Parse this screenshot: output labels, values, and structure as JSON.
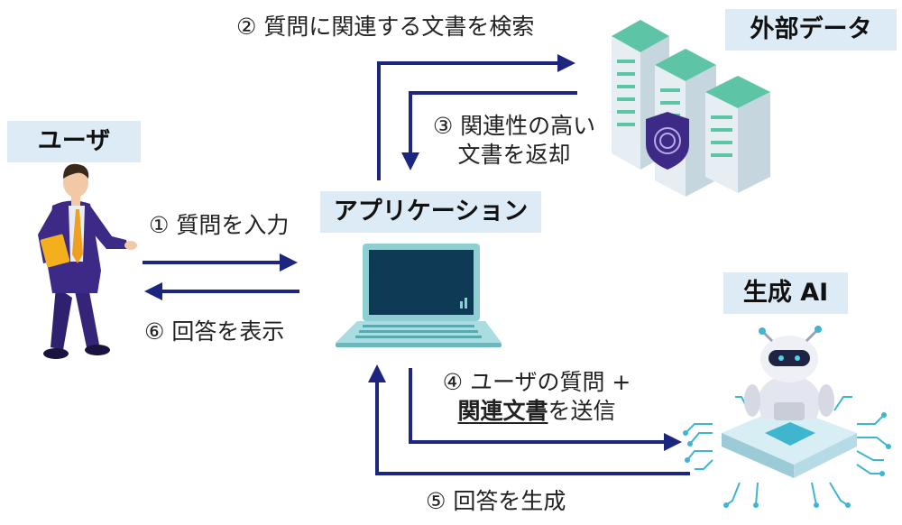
{
  "actors": {
    "user": "ユーザ",
    "app": "アプリケーション",
    "external": "外部データ",
    "ai": "生成 AI"
  },
  "steps": {
    "s1": "① 質問を入力",
    "s2": "② 質問に関連する文書を検索",
    "s3_line1": "③ 関連性の高い",
    "s3_line2": "文書を返却",
    "s4_line1": "④ ユーザの質問 +",
    "s4_line2_bold": "関連文書",
    "s4_line2_rest": "を送信",
    "s5": "⑤ 回答を生成",
    "s6": "⑥ 回答を表示"
  },
  "colors": {
    "arrow": "#1c2680",
    "label_bg": "#dcebf5",
    "suit": "#3d2a86",
    "server_green": "#5ec4a6",
    "laptop_body": "#8ecfd4",
    "robot_circuit": "#3fb5d0"
  },
  "icons": {
    "user": "businessman-icon",
    "app": "laptop-icon",
    "external": "server-rack-icon",
    "ai": "robot-chip-icon"
  }
}
